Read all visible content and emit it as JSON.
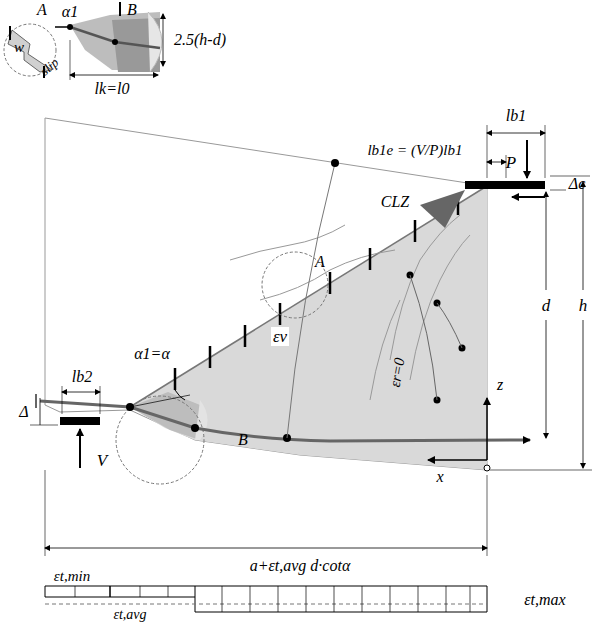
{
  "diagram": {
    "labels": [
      "A",
      "w",
      "slip",
      "α1",
      "B",
      "2.5(h-d)",
      "lk=l0",
      "lb1",
      "lb1e = (V/P)lb1",
      "P",
      "Δc",
      "CLZ",
      "d",
      "h",
      "A",
      "α1=α",
      "εv",
      "εr=0",
      "z",
      "x",
      "lb2",
      "B",
      "Δ",
      "V",
      "a+εt,avg d·cotα",
      "εt,min",
      "εt,avg",
      "εt,max"
    ]
  }
}
